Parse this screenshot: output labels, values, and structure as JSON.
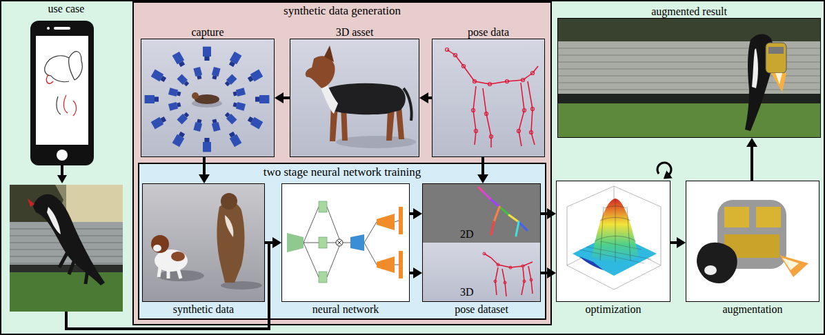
{
  "diagram": {
    "nodes": [
      {
        "text": [
          "use case"
        ]
      },
      {
        "text": [
          "synthetic data generation"
        ]
      },
      {
        "text": [
          "capture"
        ],
        "in": 1
      },
      {
        "text": [
          "3D asset"
        ],
        "in": 1
      },
      {
        "text": [
          "pose data"
        ],
        "in": 1
      },
      {
        "text": [
          "two stage neural network training"
        ],
        "in": 1
      },
      {
        "text": [
          "synthetic data"
        ],
        "in": 5
      },
      {
        "text": [
          "neural network"
        ],
        "in": 5
      },
      {
        "text": [
          "pose dataset",
          "2D",
          "3D"
        ],
        "in": 5
      },
      {
        "text": [
          "augmented result"
        ]
      },
      {
        "text": [
          "optimization"
        ]
      },
      {
        "text": [
          "augmentation"
        ]
      }
    ],
    "edges": [
      {
        "from": 3,
        "to": 2,
        "arrow": "to"
      },
      {
        "from": 4,
        "to": 3,
        "arrow": "to"
      },
      {
        "from": 2,
        "to": 6,
        "arrow": "to"
      },
      {
        "from": 4,
        "to": 8,
        "arrow": "to"
      },
      {
        "from": 6,
        "to": 7,
        "arrow": "to"
      },
      {
        "from": 7,
        "to": 8,
        "arrow": "to"
      },
      {
        "from": 7,
        "to": 8,
        "arrow": "to"
      },
      {
        "from": 8,
        "to": 10,
        "arrow": "to"
      },
      {
        "from": 8,
        "to": 10,
        "arrow": "to"
      },
      {
        "from": 10,
        "to": 11,
        "arrow": "to"
      },
      {
        "from": 11,
        "to": 9,
        "arrow": "to"
      }
    ]
  }
}
